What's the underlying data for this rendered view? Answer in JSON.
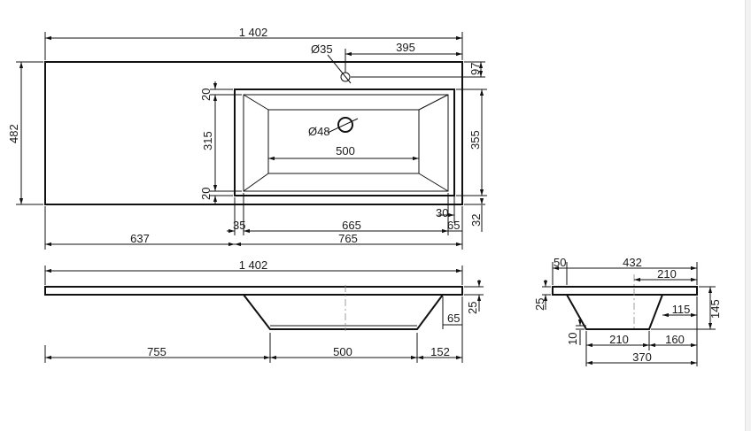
{
  "colors": {
    "line": "#111111",
    "background": "#ffffff",
    "centerline": "#888888"
  },
  "plan": {
    "overall_width": "1 402",
    "tap_hole_diameter": "Ø35",
    "tap_hole_offset": "395",
    "tap_hole_edge": "97",
    "depth": "482",
    "bowl_border_top": "20",
    "bowl_inner_length": "315",
    "bowl_border_bottom": "20",
    "drain_diameter": "Ø48",
    "bowl_inner_width": "500",
    "bowl_outer_length": "355",
    "front_offset": "30",
    "front_edge": "32",
    "left_offset": "35",
    "bowl_width": "665",
    "right_offset": "65",
    "left_shelf": "637",
    "bowl_total": "765"
  },
  "front_view": {
    "overall_width": "1 402",
    "slab_thickness": "25",
    "right_step": "65",
    "left_distance": "755",
    "bowl_bottom_width": "500",
    "right_distance": "152"
  },
  "side_view": {
    "left_lip": "50",
    "overall_depth": "432",
    "top_half": "210",
    "slab_thickness": "25",
    "height": "145",
    "step": "115",
    "base_thickness": "10",
    "bottom_left": "210",
    "bottom_right": "160",
    "bottom_total": "370"
  }
}
